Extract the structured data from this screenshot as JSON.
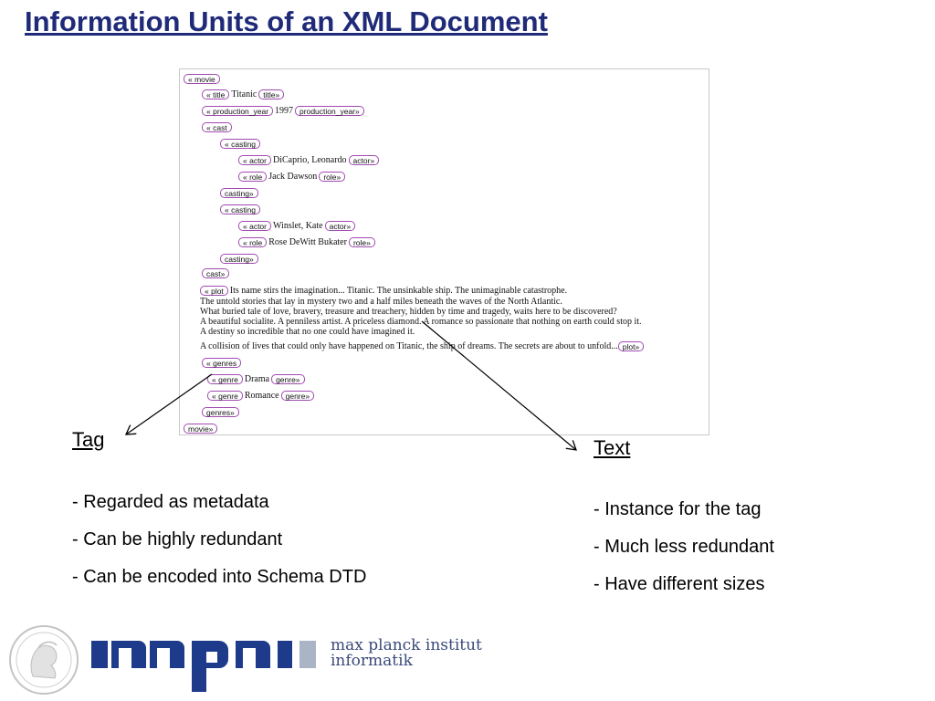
{
  "slide": {
    "title": "Information Units of an XML Document"
  },
  "xml": {
    "tag_color": "#a04ab0",
    "lines": [
      {
        "open": "« movie",
        "text": "",
        "close": ""
      },
      {
        "open": "« title",
        "text": "Titanic",
        "close": "title»"
      },
      {
        "open": "« production_year",
        "text": "1997",
        "close": "production_year»"
      },
      {
        "open": "« cast",
        "text": "",
        "close": ""
      },
      {
        "open": "« casting",
        "text": "",
        "close": ""
      },
      {
        "open": "« actor",
        "text": "DiCaprio, Leonardo",
        "close": "actor»"
      },
      {
        "open": "« role",
        "text": "Jack Dawson",
        "close": "role»"
      },
      {
        "open": "",
        "text": "",
        "close": "casting»"
      },
      {
        "open": "« casting",
        "text": "",
        "close": ""
      },
      {
        "open": "« actor",
        "text": "Winslet, Kate",
        "close": "actor»"
      },
      {
        "open": "« role",
        "text": "Rose DeWitt Bukater",
        "close": "role»"
      },
      {
        "open": "",
        "text": "",
        "close": "casting»"
      },
      {
        "open": "",
        "text": "",
        "close": "cast»"
      }
    ],
    "plot": {
      "open": "« plot",
      "close": "plot»",
      "lines": [
        "Its name stirs the imagination... Titanic. The unsinkable ship. The unimaginable catastrophe.",
        "The untold stories that lay in mystery two and a half miles beneath the waves of the North Atlantic.",
        "What buried tale of love, bravery, treasure and treachery, hidden by time and tragedy, waits here to be discovered?",
        " A beautiful socialite. A penniless artist. A priceless diamond. A romance so passionate that nothing on earth could stop it.",
        "A destiny so incredible that no one could have imagined it.",
        "A collision of lives that could only have happened on Titanic, the ship of dreams. The secrets are about to unfold..."
      ]
    },
    "genres_lines": [
      {
        "open": "« genres",
        "text": "",
        "close": ""
      },
      {
        "open": "« genre",
        "text": "Drama",
        "close": "genre»"
      },
      {
        "open": "« genre",
        "text": "Romance",
        "close": "genre»"
      },
      {
        "open": "",
        "text": "",
        "close": "genres»"
      },
      {
        "open": "",
        "text": "",
        "close": "movie»"
      }
    ]
  },
  "tag_section": {
    "heading": "Tag",
    "points": [
      "- Regarded as metadata",
      "- Can be highly redundant",
      "- Can be encoded into Schema DTD"
    ]
  },
  "text_section": {
    "heading": "Text",
    "points": [
      "- Instance for the tag",
      "- Much less redundant",
      "- Have different sizes"
    ]
  },
  "logo": {
    "line1": "max planck institut",
    "line2": "informatik",
    "color": "#3a4a7a"
  }
}
